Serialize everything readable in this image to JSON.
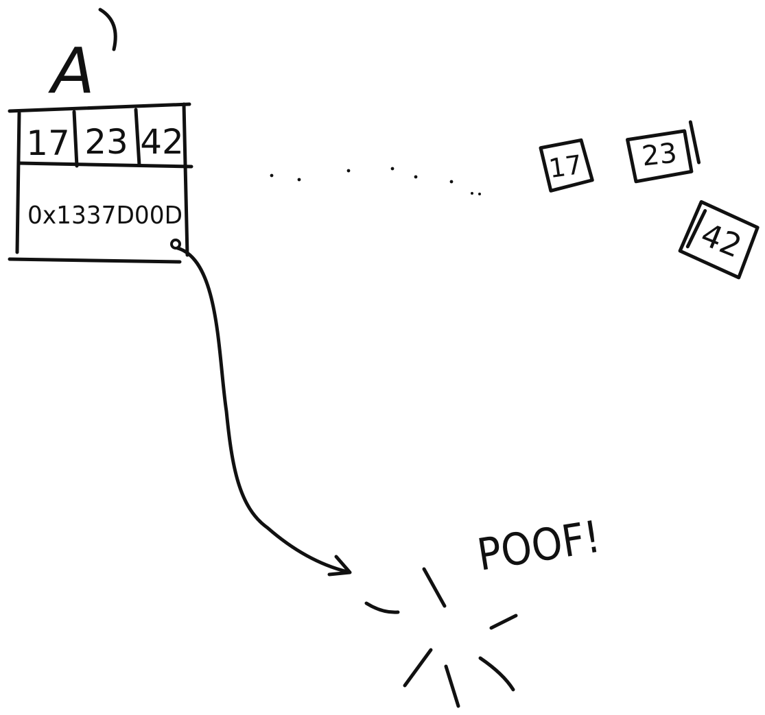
{
  "array": {
    "name": "A",
    "cells": [
      "17",
      "23",
      "42"
    ],
    "pointer": "0x1337D00D"
  },
  "floating_values": [
    "17",
    "23",
    "42"
  ],
  "exclamation": "POOF!",
  "colors": {
    "ink": "#111111",
    "paper": "#ffffff"
  }
}
